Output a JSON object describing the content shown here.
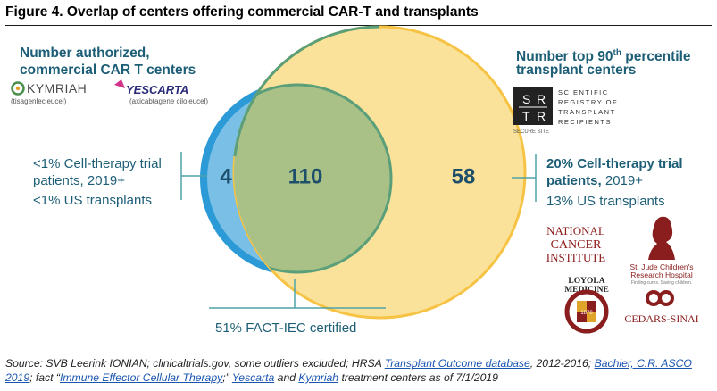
{
  "title": "Figure 4. Overlap of centers offering commercial CAR-T and transplants",
  "left_panel": {
    "header_line1": "Number authorized,",
    "header_line2": "commercial CAR T centers",
    "logo_kymriah": "KYMRIAH",
    "logo_kymriah_sub": "(tisagenlecleucel)",
    "logo_yescarta": "YESCARTA",
    "logo_yescarta_sub": "(axicabtagene ciloleucel)",
    "stat1_line1": "<1% Cell-therapy trial",
    "stat1_line2": "patients, 2019+",
    "stat2": "<1% US transplants"
  },
  "right_panel": {
    "header_line1_pre": "Number top 90",
    "header_line1_sup": "th",
    "header_line1_post": " percentile",
    "header_line2": "transplant centers",
    "srtr_letters": [
      "S",
      "R",
      "T",
      "R"
    ],
    "srtr_words": [
      "SCIENTIFIC",
      "REGISTRY OF",
      "TRANSPLANT",
      "RECIPIENTS"
    ],
    "srtr_sub": "SECURE SITE",
    "stat1_line1": "20% Cell-therapy trial",
    "stat1_line2_bold": "patients,",
    "stat1_line2_rest": " 2019+",
    "stat2": "13% US transplants",
    "logo_nci": [
      "NATIONAL",
      "CANCER",
      "INSTITUTE"
    ],
    "logo_stjude": [
      "St. Jude Children's",
      "Research Hospital"
    ],
    "logo_stjude_tag": "Finding cures. Saving children.",
    "logo_loyola": [
      "LOYOLA",
      "MEDICINE"
    ],
    "logo_loyola_year": "1870",
    "logo_cedars": "CEDARS-SINAI"
  },
  "venn": {
    "left_only": "4",
    "overlap": "110",
    "right_only": "58",
    "colors": {
      "car_t": "#2b9ad6",
      "car_t_fill": "#79bfe6",
      "transplant": "#f6c344",
      "transplant_fill": "#fbe29a",
      "overlap_fill": "#a9c187",
      "overlap_stroke": "#5a9f7a"
    }
  },
  "bottom_label": "51% FACT-IEC certified",
  "source": {
    "prefix": "Source: SVB Leerink IONIAN; clinicaltrials.gov, some outliers excluded; HRSA ",
    "link1": "Transplant Outcome database",
    "mid1": ", 2012-2016; ",
    "link2": "Bachier, C.R. ASCO 2019",
    "mid2": "; fact “",
    "link3": "Immune Effector Cellular Therapy",
    "mid3": ";” ",
    "link4": "Yescarta",
    "mid4": " and ",
    "link5": "Kymriah",
    "suffix": " treatment centers as of 7/1/2019"
  }
}
